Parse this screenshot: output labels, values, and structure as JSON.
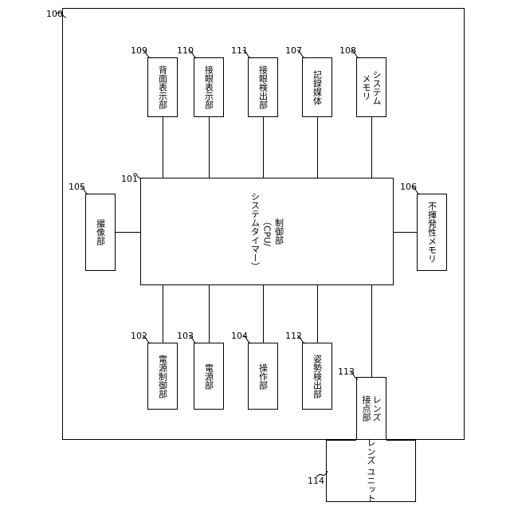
{
  "device": {
    "ref": "100"
  },
  "blocks": {
    "control": {
      "ref": "101",
      "label": "制御部\n（CPU/\nシステムタイマー）"
    },
    "power_ctrl": {
      "ref": "102",
      "label": "電源制御部"
    },
    "power": {
      "ref": "103",
      "label": "電源部"
    },
    "operation": {
      "ref": "104",
      "label": "操作部"
    },
    "imaging": {
      "ref": "105",
      "label": "撮像部"
    },
    "nvmem": {
      "ref": "106",
      "label": "不揮発性メモリ"
    },
    "media": {
      "ref": "107",
      "label": "記録媒体"
    },
    "sysmem": {
      "ref": "108",
      "label": "システム\nメモリ"
    },
    "rear_disp": {
      "ref": "109",
      "label": "背面表示部"
    },
    "eye_disp": {
      "ref": "110",
      "label": "接眼表示部"
    },
    "eye_det": {
      "ref": "111",
      "label": "接眼検出部"
    },
    "posture": {
      "ref": "112",
      "label": "姿勢検出部"
    },
    "lens_contact": {
      "ref": "113",
      "label": "レンズ\n接点部"
    },
    "lens_unit": {
      "ref": "114",
      "label": "レンズ\nユニット"
    }
  }
}
